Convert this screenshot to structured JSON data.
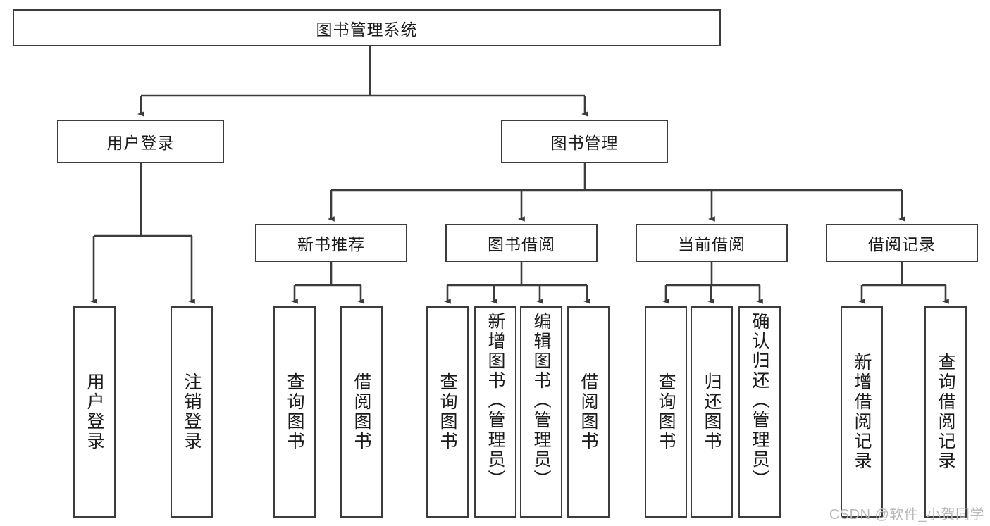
{
  "diagram": {
    "title": "图书管理系统",
    "watermark": "CSDN @软件_小贺同学",
    "line_color": "#3c3c3c",
    "box_fill": "#ffffff",
    "text_color": "#1b1b1b",
    "watermark_color": "#b9b9b9",
    "root": {
      "label": "图书管理系统"
    },
    "level2": [
      {
        "label": "用户登录"
      },
      {
        "label": "图书管理"
      }
    ],
    "level3": [
      {
        "label": "新书推荐"
      },
      {
        "label": "图书借阅"
      },
      {
        "label": "当前借阅"
      },
      {
        "label": "借阅记录"
      }
    ],
    "leaves": {
      "user_login": [
        {
          "label": "用户登录"
        },
        {
          "label": "注销登录"
        }
      ],
      "new_book_recommend": [
        {
          "label": "查询图书"
        },
        {
          "label": "借阅图书"
        }
      ],
      "book_borrow": [
        {
          "label": "查询图书"
        },
        {
          "label": "新增图书（管理员）"
        },
        {
          "label": "编辑图书（管理员）"
        },
        {
          "label": "借阅图书"
        }
      ],
      "current_borrow": [
        {
          "label": "查询图书"
        },
        {
          "label": "归还图书"
        },
        {
          "label": "确认归还（管理员）"
        }
      ],
      "borrow_record": [
        {
          "label": "新增借阅记录"
        },
        {
          "label": "查询借阅记录"
        }
      ]
    }
  }
}
